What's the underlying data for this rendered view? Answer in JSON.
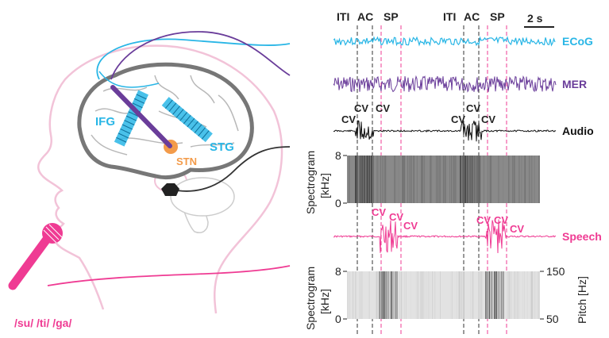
{
  "brain": {
    "ifg_label": "IFG",
    "stg_label": "STG",
    "stn_label": "STN",
    "syllables": "/su/ /ti/ /ga/"
  },
  "timeline": {
    "markers": [
      "ITI",
      "AC",
      "SP",
      "ITI",
      "AC",
      "SP"
    ],
    "scale_label": "2 s"
  },
  "traces": {
    "ecog_label": "ECoG",
    "mer_label": "MER",
    "audio_label": "Audio",
    "speech_label": "Speech",
    "cv_label": "CV"
  },
  "spectrogram_top": {
    "ylabel": "Spectrogram",
    "yunit": "[kHz]",
    "ymax": "8",
    "ymin": "0"
  },
  "spectrogram_bottom": {
    "ylabel": "Spectrogram",
    "yunit": "[kHz]",
    "ymax": "8",
    "ymin": "0",
    "pitch_label": "Pitch [Hz]",
    "pitch_max": "150",
    "pitch_min": "50"
  },
  "colors": {
    "ecog": "#29b6e6",
    "mer": "#6a3d9a",
    "speech": "#ef3b93",
    "stn": "#f39b4a",
    "head": "#f2c3d8",
    "brain": "#777777"
  }
}
